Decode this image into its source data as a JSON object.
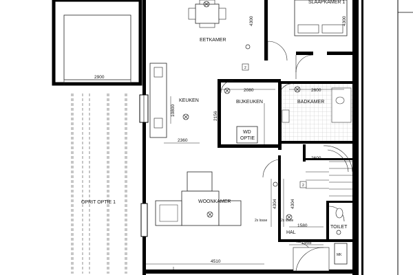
{
  "rooms": {
    "eetkamer": "EETKAMER",
    "slaapkamer": "SLAAPKAMER 1",
    "keuken": "KEUKEN",
    "bijkeuken": "BIJKEUKEN",
    "badkamer": "BADKAMER",
    "woonkamer": "WOONKAMER",
    "hal": "HAL",
    "toilet": "TOILET",
    "wd_line1": "WD",
    "wd_line2": "OPTIE",
    "mk": "MK"
  },
  "dimensions": {
    "d2900": "2900",
    "d4300a": "4300",
    "d4300b": "4300",
    "d2080": "2080",
    "d2600a": "2600",
    "d2600b": "2600",
    "d10800": "10800",
    "d2156": "2156",
    "d2360": "2360",
    "d4304a": "4304",
    "d4304b": "4304",
    "d1580": "1580",
    "d1955": "1955",
    "d4510": "4510"
  },
  "labels": {
    "oprit": "OPRIT OPTIE 1",
    "marker_a": "2",
    "marker_b": "2",
    "note_a": "2x losse",
    "note_b": "2x losse"
  },
  "colors": {
    "wall": "#000000",
    "line": "#222222",
    "tile": "#b8b8b8"
  }
}
